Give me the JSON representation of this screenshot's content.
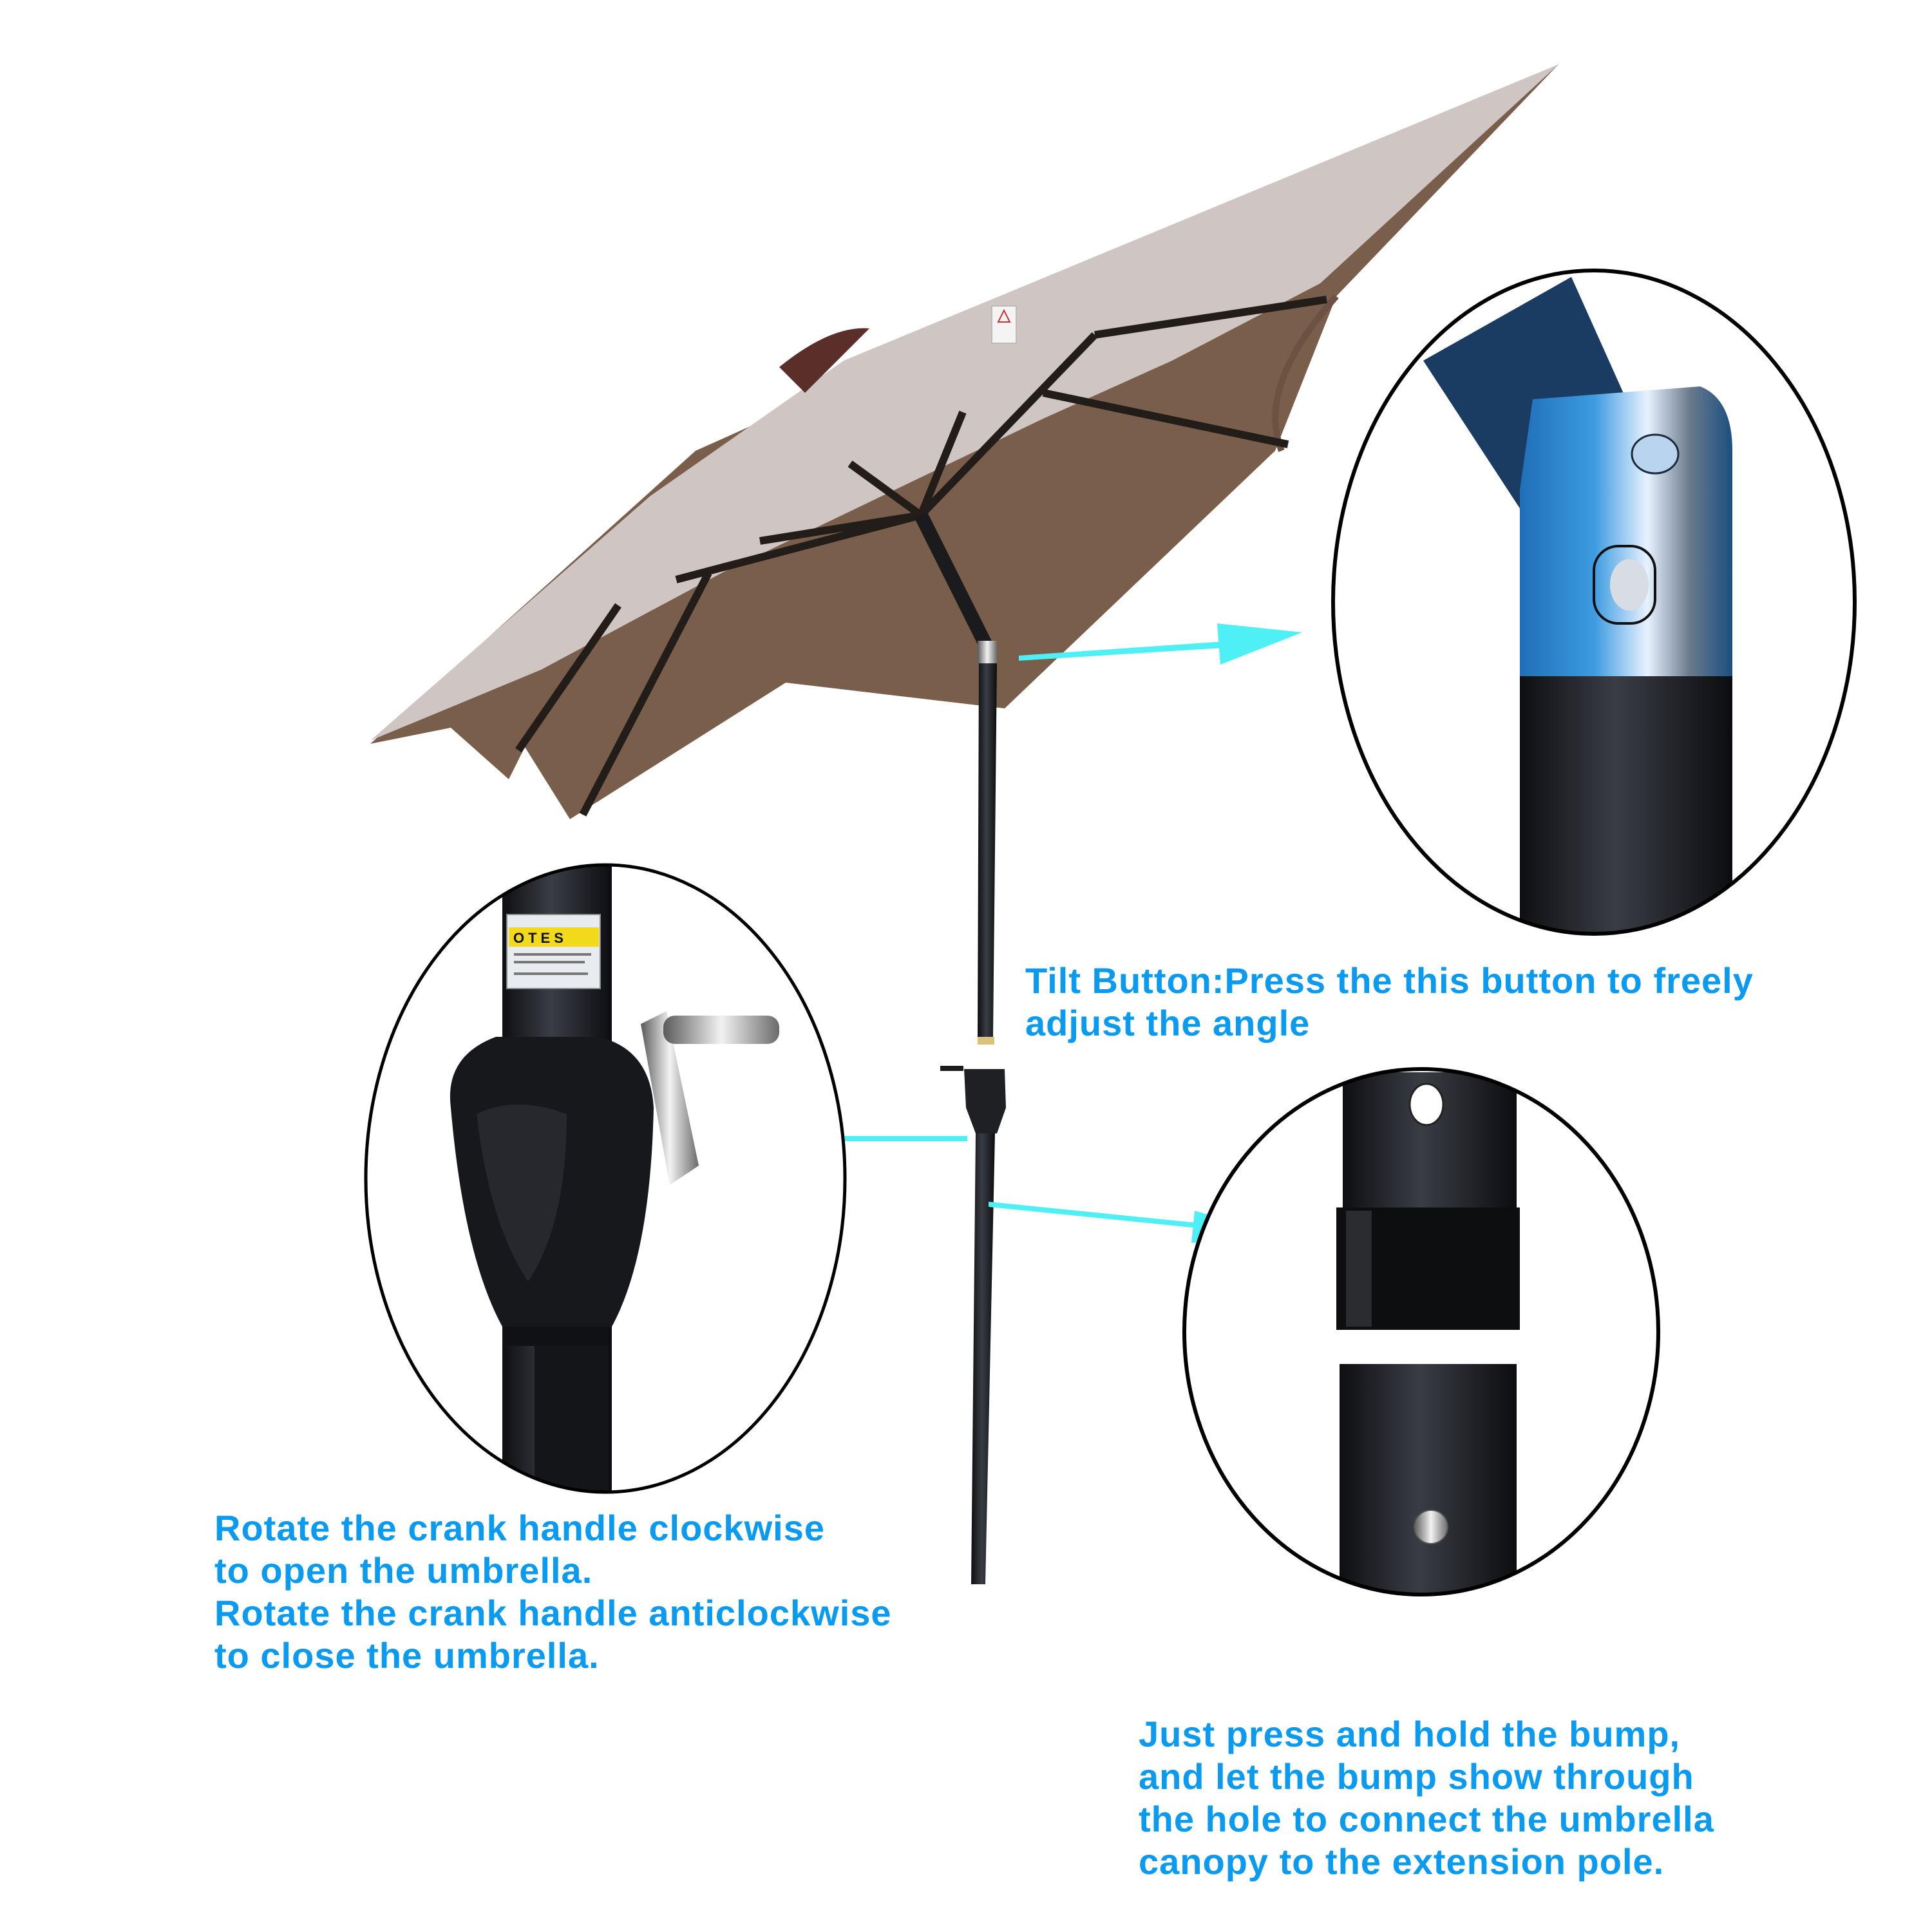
{
  "colors": {
    "caption_text": "#0A9AF0",
    "arrow": "#4FF0F5",
    "canopy_top": "#CFC6C4",
    "canopy_under": "#7A5E4C",
    "pole": "#1C1C1E",
    "inset_outline": "#000000",
    "background": "#FFFFFF"
  },
  "callouts": {
    "tilt": {
      "lines": [
        "Tilt Button:Press the this button to freely",
        "adjust the angle"
      ]
    },
    "crank": {
      "lines": [
        "Rotate the crank handle clockwise",
        "to open the umbrella.",
        "Rotate the crank handle anticlockwise",
        "to close the umbrella."
      ]
    },
    "extension": {
      "lines": [
        "Just press and hold the bump,",
        "and let the bump show through",
        "the hole to connect the umbrella",
        "canopy to the extension pole."
      ]
    }
  },
  "insets": {
    "tilt_joint": {
      "label": "tilt-button-closeup"
    },
    "crank": {
      "label": "crank-handle-closeup",
      "sticker_text": "OTES"
    },
    "extension": {
      "label": "extension-pole-closeup"
    }
  }
}
